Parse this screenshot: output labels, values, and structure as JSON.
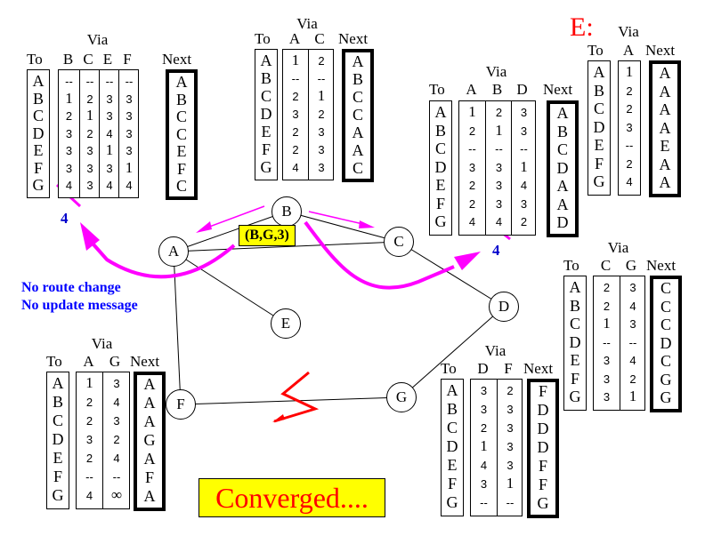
{
  "labels": {
    "via": "Via",
    "to": "To",
    "next": "Next"
  },
  "node_E_title": "E:",
  "message_box": "(B,G,3)",
  "note": [
    "No route change",
    "No update message"
  ],
  "converged": "Converged....",
  "changed_value": "4",
  "nodes": [
    "A",
    "B",
    "C",
    "D",
    "E",
    "F",
    "G"
  ],
  "tables": {
    "A": {
      "via": [
        "B",
        "C",
        "E",
        "F"
      ],
      "rows": [
        {
          "to": "A",
          "vals": [
            "--",
            "--",
            "--",
            "--"
          ],
          "next": "A"
        },
        {
          "to": "B",
          "vals": [
            "1",
            "2",
            "3",
            "3"
          ],
          "next": "B"
        },
        {
          "to": "C",
          "vals": [
            "2",
            "1",
            "3",
            "3"
          ],
          "next": "C"
        },
        {
          "to": "D",
          "vals": [
            "3",
            "2",
            "4",
            "3"
          ],
          "next": "C"
        },
        {
          "to": "E",
          "vals": [
            "3",
            "3",
            "1",
            "3"
          ],
          "next": "E"
        },
        {
          "to": "F",
          "vals": [
            "3",
            "3",
            "3",
            "1"
          ],
          "next": "F"
        },
        {
          "to": "G",
          "vals": [
            "4",
            "3",
            "4",
            "4"
          ],
          "next": "C"
        }
      ]
    },
    "B": {
      "via": [
        "A",
        "C"
      ],
      "rows": [
        {
          "to": "A",
          "vals": [
            "1",
            "2"
          ],
          "next": "A"
        },
        {
          "to": "B",
          "vals": [
            "--",
            "--"
          ],
          "next": "B"
        },
        {
          "to": "C",
          "vals": [
            "2",
            "1"
          ],
          "next": "C"
        },
        {
          "to": "D",
          "vals": [
            "3",
            "2"
          ],
          "next": "C"
        },
        {
          "to": "E",
          "vals": [
            "2",
            "3"
          ],
          "next": "A"
        },
        {
          "to": "F",
          "vals": [
            "2",
            "3"
          ],
          "next": "A"
        },
        {
          "to": "G",
          "vals": [
            "4",
            "3"
          ],
          "next": "C"
        }
      ]
    },
    "C": {
      "via": [
        "A",
        "B",
        "D"
      ],
      "rows": [
        {
          "to": "A",
          "vals": [
            "1",
            "2",
            "3"
          ],
          "next": "A"
        },
        {
          "to": "B",
          "vals": [
            "2",
            "1",
            "3"
          ],
          "next": "B"
        },
        {
          "to": "C",
          "vals": [
            "--",
            "--",
            "--"
          ],
          "next": "C"
        },
        {
          "to": "D",
          "vals": [
            "3",
            "3",
            "1"
          ],
          "next": "D"
        },
        {
          "to": "E",
          "vals": [
            "2",
            "3",
            "4"
          ],
          "next": "A"
        },
        {
          "to": "F",
          "vals": [
            "2",
            "3",
            "3"
          ],
          "next": "A"
        },
        {
          "to": "G",
          "vals": [
            "4",
            "4",
            "2"
          ],
          "next": "D"
        }
      ]
    },
    "E": {
      "via": [
        "A"
      ],
      "rows": [
        {
          "to": "A",
          "vals": [
            "1"
          ],
          "next": "A"
        },
        {
          "to": "B",
          "vals": [
            "2"
          ],
          "next": "A"
        },
        {
          "to": "C",
          "vals": [
            "2"
          ],
          "next": "A"
        },
        {
          "to": "D",
          "vals": [
            "3"
          ],
          "next": "A"
        },
        {
          "to": "E",
          "vals": [
            "--"
          ],
          "next": "E"
        },
        {
          "to": "F",
          "vals": [
            "2"
          ],
          "next": "A"
        },
        {
          "to": "G",
          "vals": [
            "4"
          ],
          "next": "A"
        }
      ]
    },
    "D": {
      "via": [
        "C",
        "G"
      ],
      "rows": [
        {
          "to": "A",
          "vals": [
            "2",
            "3"
          ],
          "next": "C"
        },
        {
          "to": "B",
          "vals": [
            "2",
            "4"
          ],
          "next": "C"
        },
        {
          "to": "C",
          "vals": [
            "1",
            "3"
          ],
          "next": "C"
        },
        {
          "to": "D",
          "vals": [
            "--",
            "--"
          ],
          "next": "D"
        },
        {
          "to": "E",
          "vals": [
            "3",
            "4"
          ],
          "next": "C"
        },
        {
          "to": "F",
          "vals": [
            "3",
            "2"
          ],
          "next": "G"
        },
        {
          "to": "G",
          "vals": [
            "3",
            "1"
          ],
          "next": "G"
        }
      ]
    },
    "G": {
      "via": [
        "D",
        "F"
      ],
      "rows": [
        {
          "to": "A",
          "vals": [
            "3",
            "2"
          ],
          "next": "F"
        },
        {
          "to": "B",
          "vals": [
            "3",
            "3"
          ],
          "next": "D"
        },
        {
          "to": "C",
          "vals": [
            "2",
            "3"
          ],
          "next": "D"
        },
        {
          "to": "D",
          "vals": [
            "1",
            "3"
          ],
          "next": "D"
        },
        {
          "to": "E",
          "vals": [
            "4",
            "3"
          ],
          "next": "F"
        },
        {
          "to": "F",
          "vals": [
            "3",
            "1"
          ],
          "next": "F"
        },
        {
          "to": "G",
          "vals": [
            "--",
            "--"
          ],
          "next": "G"
        }
      ]
    },
    "F": {
      "via": [
        "A",
        "G"
      ],
      "rows": [
        {
          "to": "A",
          "vals": [
            "1",
            "3"
          ],
          "next": "A"
        },
        {
          "to": "B",
          "vals": [
            "2",
            "4"
          ],
          "next": "A"
        },
        {
          "to": "C",
          "vals": [
            "2",
            "3"
          ],
          "next": "A"
        },
        {
          "to": "D",
          "vals": [
            "3",
            "2"
          ],
          "next": "G"
        },
        {
          "to": "E",
          "vals": [
            "2",
            "4"
          ],
          "next": "A"
        },
        {
          "to": "F",
          "vals": [
            "--",
            "--"
          ],
          "next": "F"
        },
        {
          "to": "G",
          "vals": [
            "4",
            "∞"
          ],
          "next": "A"
        }
      ]
    }
  },
  "colors": {
    "arrow": "#ff00ff",
    "note": "#0000ff",
    "highlight": "#ffff00",
    "alert": "#ff0000"
  }
}
